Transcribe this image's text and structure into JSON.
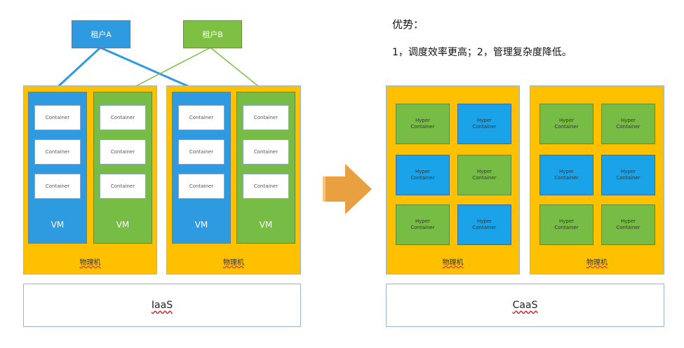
{
  "tenants": {
    "a": "租户A",
    "b": "租户B"
  },
  "container_label": "Container",
  "hyper_label": "Hyper\nContainer",
  "vm_label": "VM",
  "machine_label": "物理机",
  "iaas_label": "IaaS",
  "caas_label": "CaaS",
  "advantages": {
    "title": "优势：",
    "text": "1，调度效率更高；2，管理复杂度降低。"
  },
  "colors": {
    "machine": "#ffc000",
    "blue": "#2e9be0",
    "green": "#77bd45",
    "arrow": "#e8a040"
  }
}
